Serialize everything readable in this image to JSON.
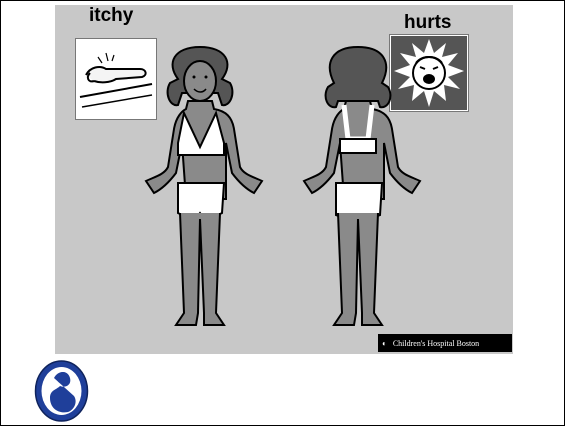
{
  "board": {
    "labels": {
      "itchy": "itchy",
      "hurts": "hurts"
    },
    "icons": {
      "itchy_card": "itchy-hand-scratching-icon",
      "hurts_card": "hurting-face-icon",
      "front_figure": "girl-front-figure",
      "back_figure": "girl-back-figure"
    },
    "footer_badge": {
      "text": "Children's Hospital Boston"
    }
  },
  "colors": {
    "board_bg": "#c8c8c8",
    "logo_blue": "#1f3f9a"
  }
}
